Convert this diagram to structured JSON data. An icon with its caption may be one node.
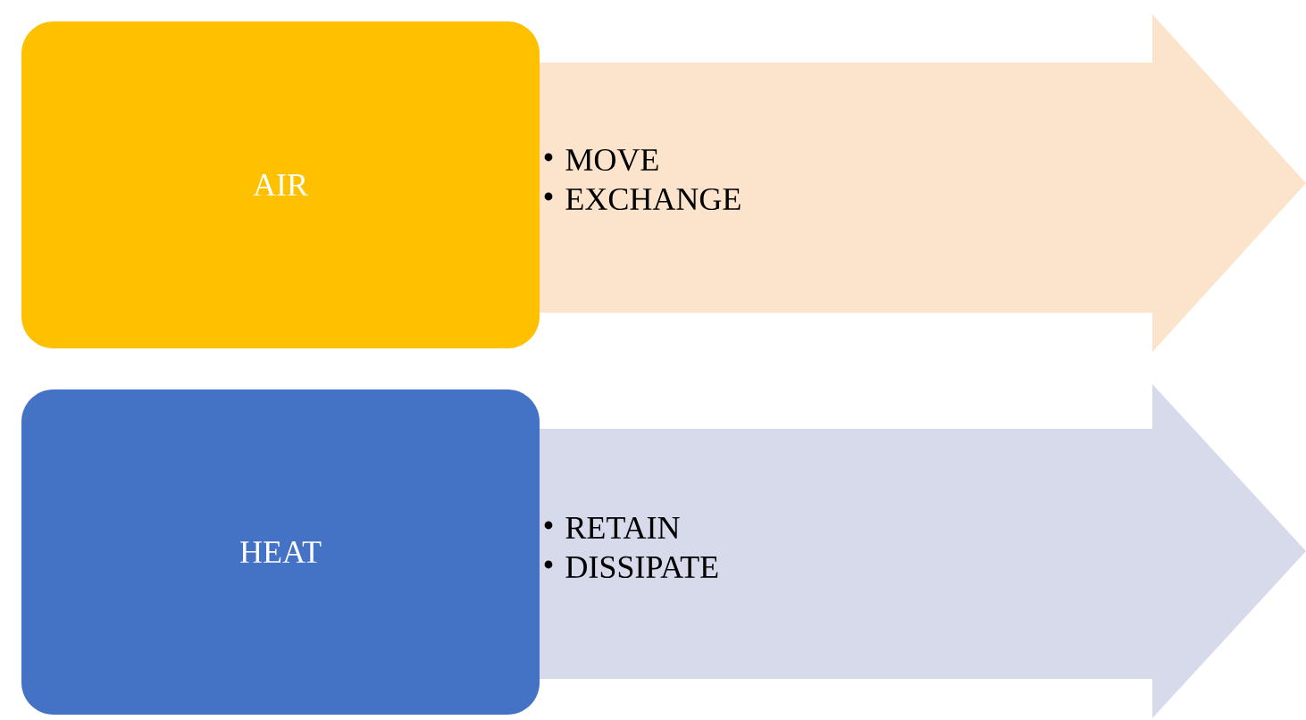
{
  "diagram": {
    "nodes": [
      {
        "text": [
          "AIR"
        ]
      },
      {
        "text": [
          "MOVE",
          "EXCHANGE"
        ]
      },
      {
        "text": [
          "HEAT"
        ]
      },
      {
        "text": [
          "RETAIN",
          "DISSIPATE"
        ]
      }
    ]
  }
}
